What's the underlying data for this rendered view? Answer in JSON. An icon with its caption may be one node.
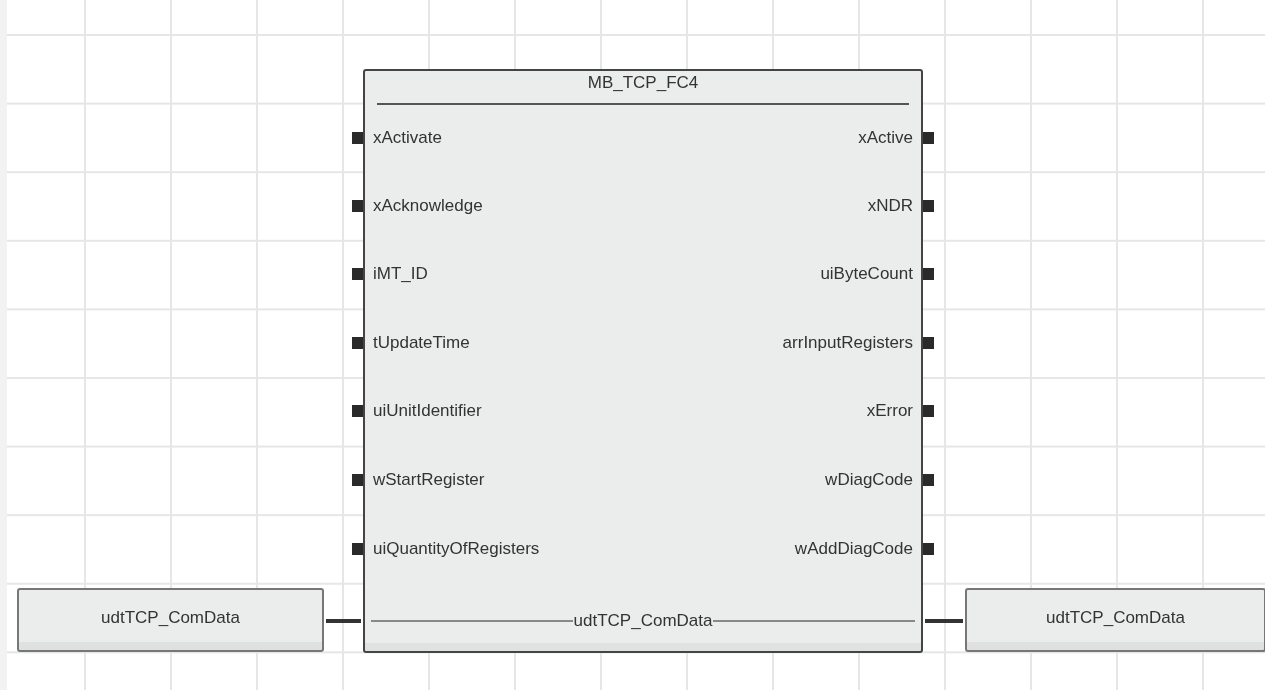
{
  "diagram": {
    "nodes": [
      {
        "text": [
          "MB_TCP_FC4"
        ]
      },
      {
        "text": [
          "udtTCP_ComData"
        ]
      },
      {
        "text": [
          "udtTCP_ComData"
        ]
      }
    ],
    "edges": [
      {
        "from": 1,
        "to": 0,
        "arrow": "none"
      },
      {
        "from": 0,
        "to": 2,
        "arrow": "none"
      }
    ],
    "labels": [
      "xActivate",
      "xActive",
      "xAcknowledge",
      "xNDR",
      "iMT_ID",
      "uiByteCount",
      "tUpdateTime",
      "arrInputRegisters",
      "uiUnitIdentifier",
      "xError",
      "wStartRegister",
      "wDiagCode",
      "uiQuantityOfRegisters",
      "wAddDiagCode",
      "udtTCP_ComData"
    ]
  }
}
